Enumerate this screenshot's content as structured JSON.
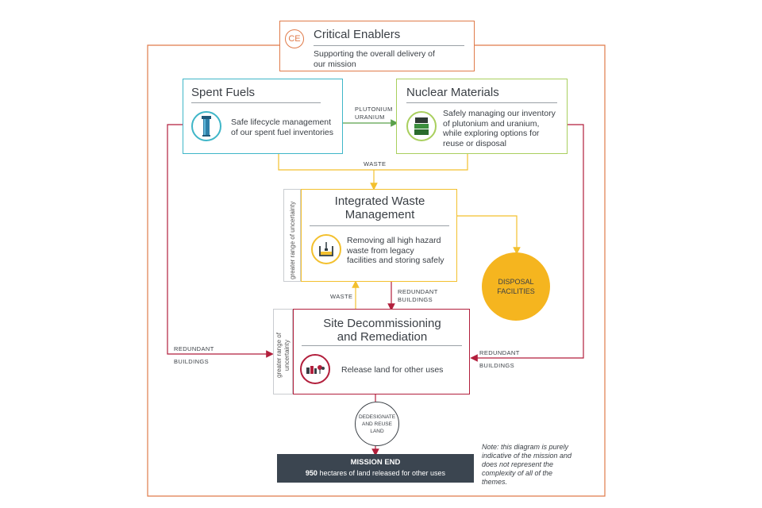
{
  "critical_enablers": {
    "badge": "CE",
    "title": "Critical Enablers",
    "desc_line1": "Supporting the overall delivery of",
    "desc_line2": "our mission"
  },
  "spent_fuels": {
    "title": "Spent Fuels",
    "desc_line1": "Safe lifecycle management",
    "desc_line2": "of our spent fuel inventories"
  },
  "nuclear_materials": {
    "title": "Nuclear Materials",
    "desc_line1": "Safely managing our inventory",
    "desc_line2": "of plutonium and uranium,",
    "desc_line3": "while exploring options for",
    "desc_line4": "reuse or disposal"
  },
  "waste_management": {
    "title_line1": "Integrated Waste",
    "title_line2": "Management",
    "desc_line1": "Removing all high hazard",
    "desc_line2": "waste from legacy",
    "desc_line3": "facilities and storing safely",
    "side_label": "greater range of uncertainty"
  },
  "site_decommissioning": {
    "title_line1": "Site Decommissioning",
    "title_line2": "and Remediation",
    "desc": "Release land for other uses",
    "side_label_line1": "greater range of",
    "side_label_line2": "uncertainty"
  },
  "disposal": {
    "line1": "DISPOSAL",
    "line2": "FACILITIES"
  },
  "dedesignate": {
    "line1": "DEDESIGNATE",
    "line2": "AND REUSE",
    "line3": "LAND"
  },
  "mission_end": {
    "title": "MISSION END",
    "number": "950",
    "text": " hectares of land released for other uses"
  },
  "connectors": {
    "plutonium": "PLUTONIUM",
    "uranium": "URANIUM",
    "waste_top": "WASTE",
    "waste_up": "WASTE",
    "redundant_mid_1": "REDUNDANT",
    "redundant_mid_2": "BUILDINGS",
    "redundant_left_1": "REDUNDANT",
    "redundant_left_2": "BUILDINGS",
    "redundant_right_1": "REDUNDANT",
    "redundant_right_2": "BUILDINGS"
  },
  "note": {
    "line1": "Note: this diagram is purely",
    "line2": "indicative of the mission and",
    "line3": "does not represent the",
    "line4": "complexity of all of the",
    "line5": "themes."
  },
  "colors": {
    "orange": "#e07b4a",
    "teal": "#3fb6c8",
    "green": "#a9cf5e",
    "yellow": "#f3c02e",
    "crimson": "#b21f3c",
    "grey_box": "#c9ccd0",
    "dark": "#3b4550",
    "disposal_fill": "#f5b51f"
  }
}
